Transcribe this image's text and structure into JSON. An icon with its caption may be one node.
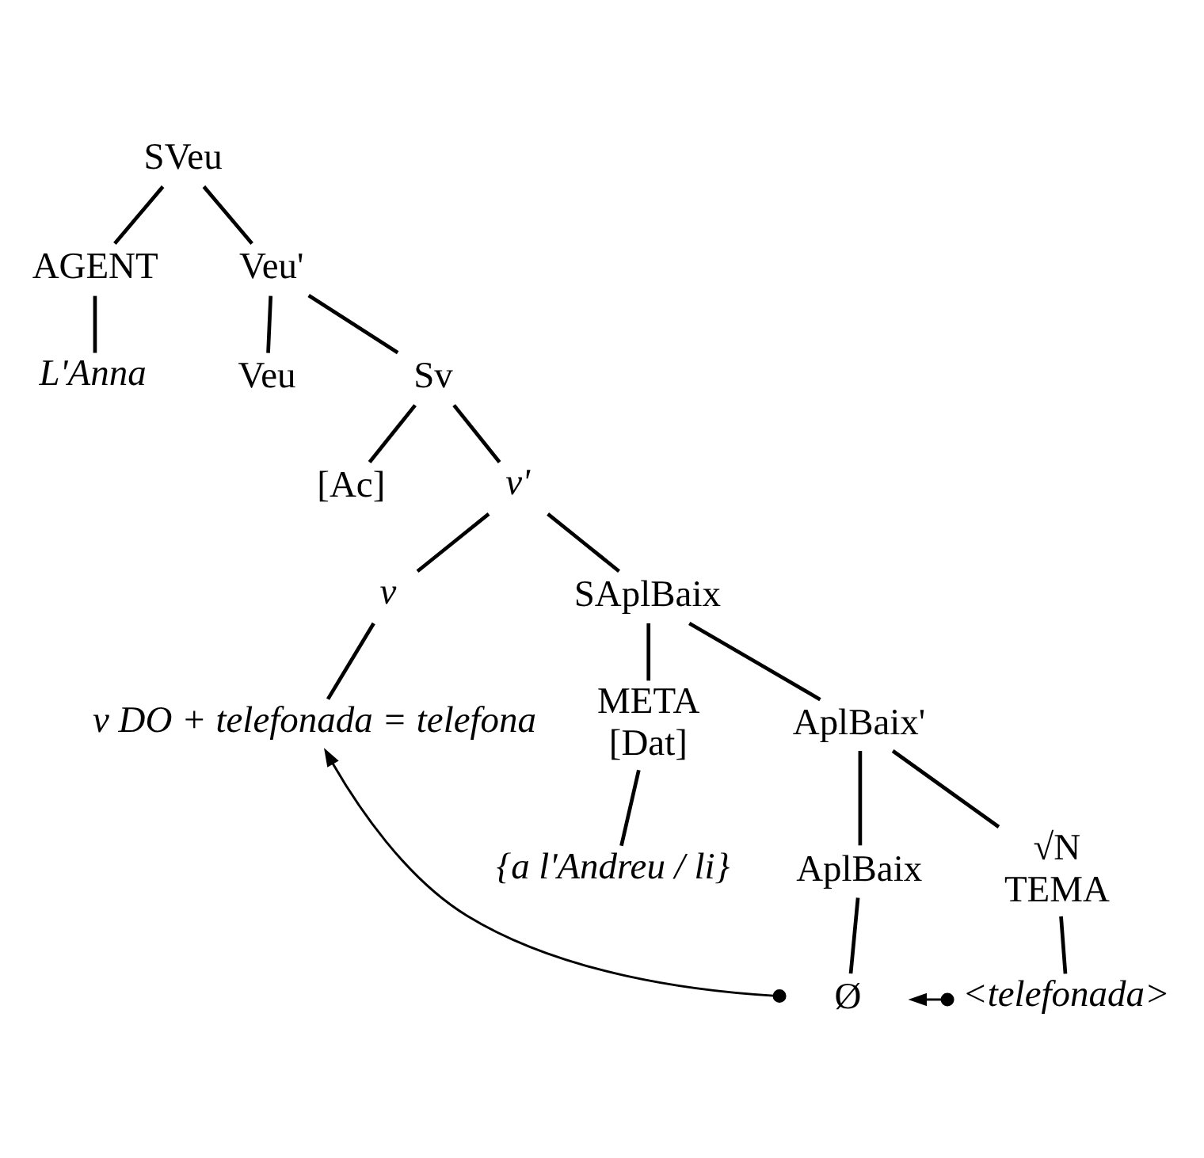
{
  "diagram": {
    "nodes": [
      {
        "text": [
          "SVeu"
        ]
      },
      {
        "text": [
          "AGENT"
        ]
      },
      {
        "text": [
          "Veu'"
        ]
      },
      {
        "text": [
          "L'Anna"
        ]
      },
      {
        "text": [
          "Veu"
        ]
      },
      {
        "text": [
          "Sv"
        ]
      },
      {
        "text": [
          "[Ac]"
        ]
      },
      {
        "text": [
          "v'"
        ]
      },
      {
        "text": [
          "v"
        ]
      },
      {
        "text": [
          "SAplBaix"
        ]
      },
      {
        "text": [
          "v DO + telefonada = telefona"
        ]
      },
      {
        "text": [
          "META",
          "[Dat]"
        ]
      },
      {
        "text": [
          "AplBaix'"
        ]
      },
      {
        "text": [
          "{a l'Andreu / li}"
        ]
      },
      {
        "text": [
          "AplBaix"
        ]
      },
      {
        "text": [
          "√N",
          "TEMA"
        ]
      },
      {
        "text": [
          "Ø"
        ]
      },
      {
        "text": [
          "<telefonada>"
        ]
      }
    ],
    "edges": [
      {
        "from": 0,
        "to": 1,
        "arrow": "none"
      },
      {
        "from": 0,
        "to": 2,
        "arrow": "none"
      },
      {
        "from": 1,
        "to": 3,
        "arrow": "none"
      },
      {
        "from": 2,
        "to": 4,
        "arrow": "none"
      },
      {
        "from": 2,
        "to": 5,
        "arrow": "none"
      },
      {
        "from": 5,
        "to": 6,
        "arrow": "none"
      },
      {
        "from": 5,
        "to": 7,
        "arrow": "none"
      },
      {
        "from": 7,
        "to": 8,
        "arrow": "none"
      },
      {
        "from": 7,
        "to": 9,
        "arrow": "none"
      },
      {
        "from": 8,
        "to": 10,
        "arrow": "none"
      },
      {
        "from": 9,
        "to": 11,
        "arrow": "none"
      },
      {
        "from": 9,
        "to": 12,
        "arrow": "none"
      },
      {
        "from": 11,
        "to": 13,
        "arrow": "none"
      },
      {
        "from": 12,
        "to": 14,
        "arrow": "none"
      },
      {
        "from": 12,
        "to": 15,
        "arrow": "none"
      },
      {
        "from": 14,
        "to": 16,
        "arrow": "none"
      },
      {
        "from": 15,
        "to": 17,
        "arrow": "none"
      },
      {
        "from": 16,
        "to": 10,
        "arrow": "to"
      },
      {
        "from": 17,
        "to": 16,
        "arrow": "to"
      }
    ]
  }
}
